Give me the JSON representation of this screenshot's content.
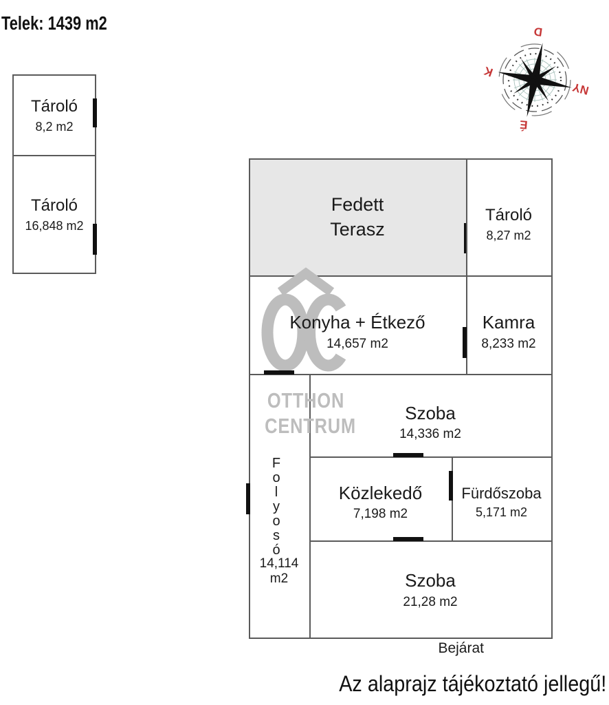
{
  "page": {
    "title": "Telek: 1439 m2",
    "disclaimer": "Az alaprajz tájékoztató jellegű!"
  },
  "outbuilding": {
    "rooms": [
      {
        "name": "Tároló",
        "area": "8,2 m2"
      },
      {
        "name": "Tároló",
        "area": "16,848 m2"
      }
    ]
  },
  "compass": {
    "top": "D",
    "left": "K",
    "right": "NY",
    "bottom": "É",
    "label_color": "#c63737"
  },
  "plan": {
    "entrance": "Bejárat",
    "rooms": {
      "terasz": {
        "line1": "Fedett",
        "line2": "Terasz"
      },
      "tarolo": {
        "name": "Tároló",
        "area": "8,27 m2"
      },
      "konyha": {
        "name": "Konyha + Étkező",
        "area": "14,657 m2"
      },
      "kamra": {
        "name": "Kamra",
        "area": "8,233 m2"
      },
      "szoba1": {
        "name": "Szoba",
        "area": "14,336 m2"
      },
      "folyoso": {
        "name": "Folyosó",
        "area": "14,114 m2"
      },
      "kozlekedo": {
        "name": "Közlekedő",
        "area": "7,198 m2"
      },
      "furdoszoba": {
        "name": "Fürdőszoba",
        "area": "5,171 m2"
      },
      "szoba2": {
        "name": "Szoba",
        "area": "21,28 m2"
      }
    }
  },
  "watermark": {
    "logo": "OC",
    "line1": "OTTHON",
    "line2": "CENTRUM",
    "color": "#bdbdbd"
  },
  "colors": {
    "wall": "#5a5a5a",
    "terasz_fill": "#e7e7e7",
    "door": "#111111"
  }
}
